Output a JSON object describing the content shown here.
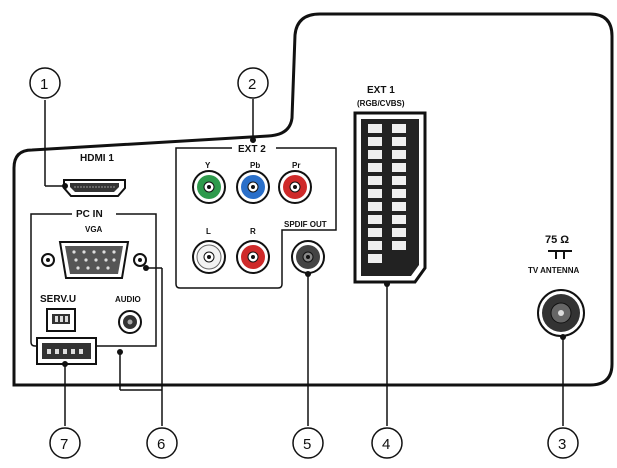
{
  "callouts": [
    "1",
    "2",
    "3",
    "4",
    "5",
    "6",
    "7"
  ],
  "labels": {
    "hdmi": "HDMI 1",
    "ext2": "EXT 2",
    "y": "Y",
    "pb": "Pb",
    "pr": "Pr",
    "l": "L",
    "r": "R",
    "spdif": "SPDIF OUT",
    "pc_in": "PC IN",
    "vga": "VGA",
    "audio": "AUDIO",
    "serv": "SERV.U",
    "ext1": "EXT 1",
    "ext1_sub": "(RGB/CVBS)",
    "ohm": "75 Ω",
    "antenna": "TV ANTENNA"
  },
  "colors": {
    "outline": "#111111",
    "y_green": "#2e9a4c",
    "pb_blue": "#2a6fc9",
    "pr_red": "#cf2a2a",
    "l_white": "#f2f2f2",
    "r_red": "#cf2a2a",
    "spdif_gray": "#444444"
  }
}
